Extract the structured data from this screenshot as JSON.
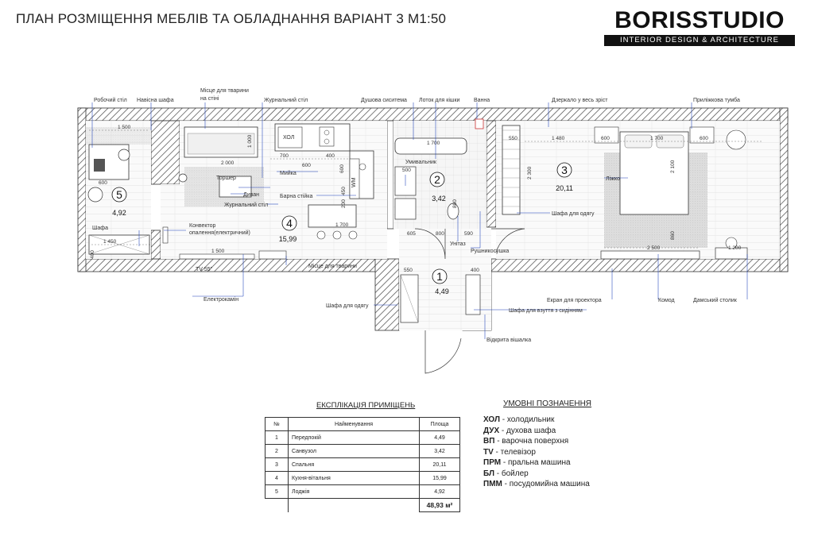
{
  "title": "ПЛАН РОЗМІЩЕННЯ МЕБЛІВ ТА ОБЛАДНАННЯ ВАРІАНТ 3 М1:50",
  "logo": {
    "main": "BORISSTUDIO",
    "sub": "INTERIOR DESIGN & ARCHITECTURE"
  },
  "rooms": [
    {
      "num": "1",
      "area": "4,49"
    },
    {
      "num": "2",
      "area": "3,42"
    },
    {
      "num": "3",
      "area": "20,11"
    },
    {
      "num": "4",
      "area": "15,99"
    },
    {
      "num": "5",
      "area": "4,92"
    }
  ],
  "labels": {
    "desk": "Робочий стіл",
    "hanging_cabinet": "Навісна шафа",
    "pet_place_wall": "Місце для тварини",
    "pet_place_wall2": "на стіні",
    "coffee_table": "Журнальний стіл",
    "shower": "Душова сиситема",
    "litter_box": "Лоток для кішки",
    "bath": "Ванна",
    "mirror": "Дзеркало у весь зріст",
    "nightstand": "Приліжкова тумба",
    "fridge": "ХОЛ",
    "washbasin": "Умивальник",
    "sink": "Мийка",
    "floor_lamp": "Торшер",
    "sofa": "Диван",
    "coffee_table2": "Журнальний стіл",
    "bar_counter": "Барна стійка",
    "convector": "Конвектор",
    "convector2": "опалення(електричний)",
    "wardrobe": "Шафа",
    "tv": "TV 55\"",
    "pet_place": "Місце для тварини",
    "toilet": "Унітаз",
    "towel_dryer": "Рушникосушка",
    "bed": "Ліжко",
    "wardrobe_clothes": "Шафа для одягу",
    "fireplace": "Електрокамін",
    "hall_wardrobe": "Шафа для одягу",
    "projector_screen": "Екран для проектора",
    "shoe_cabinet": "Шафа для взуття з сидінням",
    "open_hanger": "Відкрита вішалка",
    "dresser": "Комод",
    "vanity": "Дамський столик",
    "wm": "WM"
  },
  "dims": {
    "d1500a": "1 500",
    "d2000": "2 000",
    "d1000": "1 000",
    "d700": "700",
    "d600a": "600",
    "d400a": "400",
    "d1700a": "1 700",
    "d500": "500",
    "d550a": "550",
    "d1480": "1 480",
    "d600b": "600",
    "d1700b": "1 700",
    "d600c": "600",
    "d2300": "2 300",
    "d2100": "2 100",
    "d600d": "600",
    "d800a": "800",
    "d450": "450",
    "d200": "200",
    "d1700c": "1 700",
    "d1450": "1 450",
    "d605": "605",
    "d800b": "800",
    "d590": "590",
    "d1500b": "1 500",
    "d2500": "2 500",
    "d1200": "1 200",
    "d550b": "550",
    "d400b": "400",
    "d860": "860",
    "d400c": "400",
    "d600e": "600"
  },
  "explication": {
    "title": "ЕКСПЛІКАЦІЯ ПРИМІЩЕНЬ",
    "headers": [
      "№",
      "Найменування",
      "Площа"
    ],
    "rows": [
      [
        "1",
        "Передпокій",
        "4,49"
      ],
      [
        "2",
        "Санвузол",
        "3,42"
      ],
      [
        "3",
        "Спальня",
        "20,11"
      ],
      [
        "4",
        "Кухня-вітальня",
        "15,99"
      ],
      [
        "5",
        "Лоджія",
        "4,92"
      ]
    ],
    "total": "48,93 м²"
  },
  "legend": {
    "title": "УМОВНІ ПОЗНАЧЕННЯ",
    "items": [
      {
        "code": "ХОЛ",
        "text": " - холодильник"
      },
      {
        "code": "ДУХ",
        "text": " - духова шафа"
      },
      {
        "code": "ВП",
        "text": " - варочна поверхня"
      },
      {
        "code": "TV",
        "text": " - телевізор"
      },
      {
        "code": "ПРМ",
        "text": " - пральна машина"
      },
      {
        "code": "БЛ",
        "text": " - бойлер"
      },
      {
        "code": "ПММ",
        "text": " - посудомийна машина"
      }
    ]
  }
}
